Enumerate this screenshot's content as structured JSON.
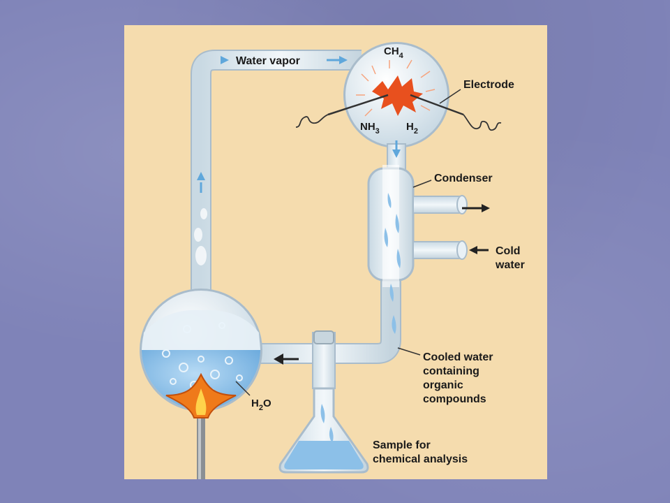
{
  "labels": {
    "water_vapor": "Water vapor",
    "ch4": "CH",
    "ch4_sub": "4",
    "nh3": "NH",
    "nh3_sub": "3",
    "h2": "H",
    "h2_sub": "2",
    "electrode": "Electrode",
    "condenser": "Condenser",
    "cold_water_line1": "Cold",
    "cold_water_line2": "water",
    "cooled_water_line1": "Cooled water",
    "cooled_water_line2": "containing",
    "cooled_water_line3": "organic",
    "cooled_water_line4": "compounds",
    "h2o": "H",
    "h2o_sub": "2",
    "h2o_tail": "O",
    "sample_line1": "Sample for",
    "sample_line2": "chemical analysis"
  },
  "colors": {
    "slide_background": "#7f83b8",
    "panel_background": "#f5dcae",
    "glass": "#dfe9ef",
    "water": "#8cc0e8",
    "arrow_blue": "#5fa7db",
    "spark": "#e8501e",
    "flame": "#ef7a1a"
  },
  "icons": [
    "flow-arrow-icon",
    "spark-icon",
    "flame-icon",
    "coil-wire-icon"
  ]
}
